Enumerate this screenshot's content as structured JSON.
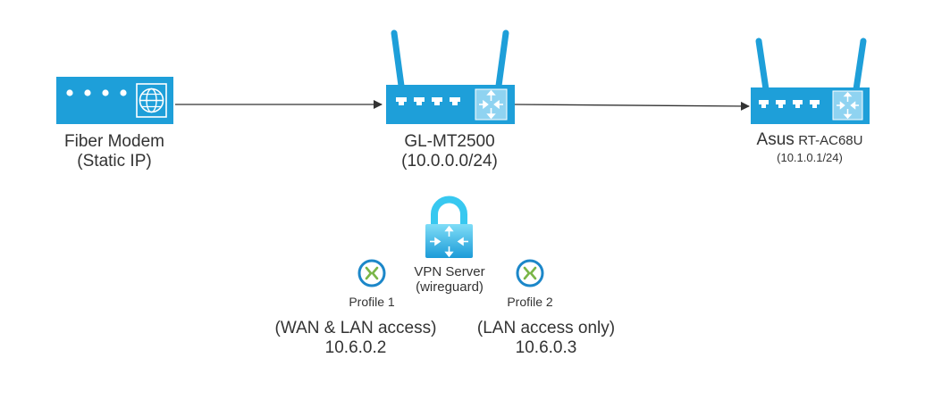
{
  "nodes": {
    "modem": {
      "name": "Fiber Modem",
      "detail": "(Static IP)",
      "icon": "modem-icon"
    },
    "main_router": {
      "name": "GL-MT2500",
      "detail": "(10.0.0.0/24)",
      "icon": "router-icon"
    },
    "asus_router": {
      "name_brand": "Asus",
      "name_model": "RT-AC68U",
      "detail": "(10.1.0.1/24)",
      "icon": "router-icon"
    },
    "vpn_server": {
      "line1": "VPN Server",
      "line2": "(wireguard)",
      "icon": "vpn-gateway-lock-icon"
    },
    "profile1": {
      "name": "Profile 1",
      "access": "(WAN & LAN access)",
      "ip": "10.6.0.2",
      "icon": "wireguard-profile-icon"
    },
    "profile2": {
      "name": "Profile 2",
      "access": "(LAN access only)",
      "ip": "10.6.0.3",
      "icon": "wireguard-profile-icon"
    }
  },
  "colors": {
    "device_blue": "#1E9FD9",
    "device_dark": "#0E6FA3",
    "lock_cyan": "#38C8F0",
    "vpn_green": "#7AB648",
    "connector": "#333333",
    "text": "#333333"
  }
}
